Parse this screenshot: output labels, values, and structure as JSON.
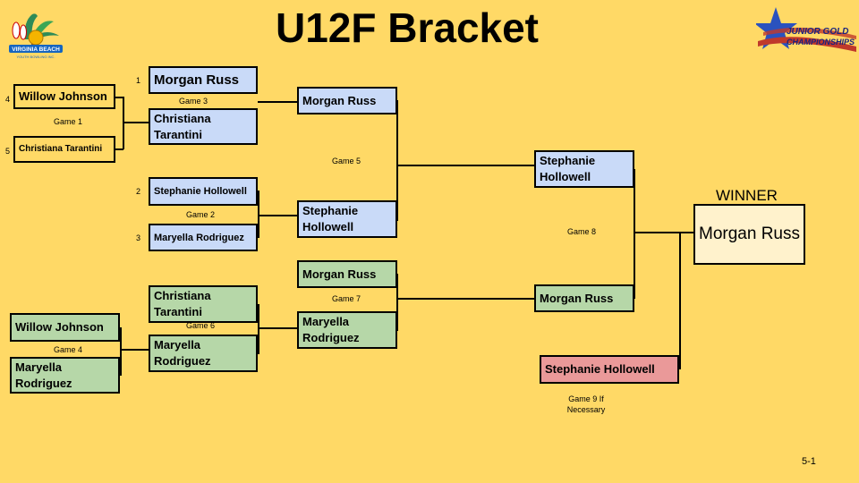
{
  "title": "U12F Bracket",
  "winner_label": "WINNER",
  "page_number": "5-1",
  "logos": {
    "left": {
      "icon": "virginia-beach-youth-bowling-logo",
      "lines": [
        "VIRGINIA BEACH",
        "YOUTH BOWLING INC."
      ]
    },
    "right": {
      "icon": "junior-gold-championships-logo",
      "lines": [
        "JUNIOR GOLD",
        "CHAMPIONSHIPS"
      ]
    }
  },
  "colors": {
    "upper": "#c9daf8",
    "lower": "#b6d7a8",
    "if_necessary": "#ea9999",
    "winner": "#fff2cc",
    "background": "#ffd966"
  },
  "seeds": {
    "s1": "1",
    "s2": "2",
    "s3": "3",
    "s4": "4",
    "s5": "5"
  },
  "games": {
    "g1": "Game 1",
    "g2": "Game 2",
    "g3": "Game 3",
    "g4": "Game 4",
    "g5": "Game 5",
    "g6": "Game 6",
    "g7": "Game 7",
    "g8": "Game 8",
    "g9": "Game 9 If Necessary"
  },
  "slots": {
    "r1_g1_top": "Willow Johnson",
    "r1_g1_bottom": "Christiana Tarantini",
    "r1_g3_top": "Morgan Russ",
    "r1_g3_bottom": "Christiana Tarantini",
    "r1_g2_top": "Stephanie Hollowell",
    "r1_g2_bottom": "Maryella Rodriguez",
    "r2_g5_top": "Morgan Russ",
    "r2_g5_bottom": "Stephanie Hollowell",
    "final_g8_top": "Stephanie Hollowell",
    "final_g8_bottom": "Morgan Russ",
    "winner": "Morgan Russ",
    "l_g4_top": "Willow Johnson",
    "l_g4_bottom": "Maryella Rodriguez",
    "l_g6_top": "Christiana Tarantini",
    "l_g6_bottom": "Maryella Rodriguez",
    "l_g7_top": "Morgan Russ",
    "l_g7_bottom": "Maryella Rodriguez",
    "g9_player": "Stephanie Hollowell"
  }
}
